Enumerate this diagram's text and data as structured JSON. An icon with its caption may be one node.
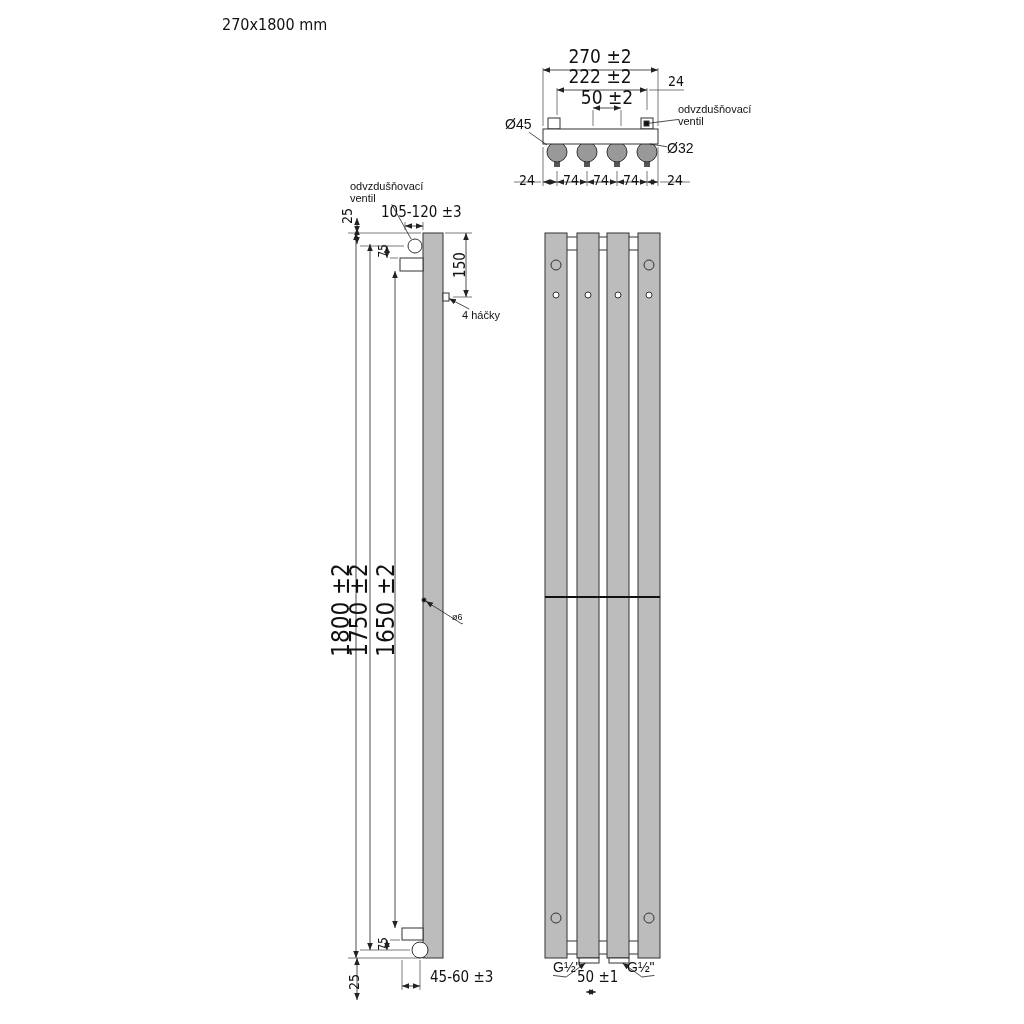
{
  "diagram": {
    "title": "270x1800 mm",
    "nodes": [
      {
        "text": [
          "odvzdušňovací ventil"
        ]
      },
      {
        "text": [
          "Ø45"
        ]
      },
      {
        "text": [
          "Ø32"
        ]
      },
      {
        "text": [
          "odvzdušňovací ventil"
        ]
      },
      {
        "text": [
          "4 háčky"
        ]
      },
      {
        "text": [
          "ø6"
        ]
      },
      {
        "text": [
          "G½\""
        ]
      },
      {
        "text": [
          "G½\""
        ]
      },
      {
        "text": [],
        "shape": "box"
      },
      {
        "text": [],
        "shape": "circle"
      },
      {
        "text": [],
        "shape": "box"
      },
      {
        "text": [],
        "shape": "circle"
      },
      {
        "text": [],
        "shape": "box"
      },
      {
        "text": [],
        "shape": "circle"
      },
      {
        "text": [],
        "shape": "box"
      },
      {
        "text": [],
        "shape": "box"
      }
    ],
    "edges": [
      {
        "from": 0,
        "to": 8,
        "arrow": "none"
      },
      {
        "from": 1,
        "to": 9,
        "arrow": "none"
      },
      {
        "from": 2,
        "to": 10,
        "arrow": "none"
      },
      {
        "from": 3,
        "to": 11,
        "arrow": "none"
      },
      {
        "from": 4,
        "to": 12,
        "arrow": "to"
      },
      {
        "from": 5,
        "to": 13,
        "arrow": "to"
      },
      {
        "from": 6,
        "to": 14,
        "arrow": "to"
      },
      {
        "from": 7,
        "to": 15,
        "arrow": "to"
      }
    ],
    "labels": [
      "270 ±2",
      "222 ±2",
      "24",
      "50 ±2",
      "24",
      "74",
      "74",
      "74",
      "24",
      "25",
      "105-120 ±3",
      "75",
      "150",
      "1800 ±2",
      "1750 ±2",
      "1650 ±2",
      "75",
      "25",
      "45-60 ±3",
      "50 ±1"
    ]
  }
}
